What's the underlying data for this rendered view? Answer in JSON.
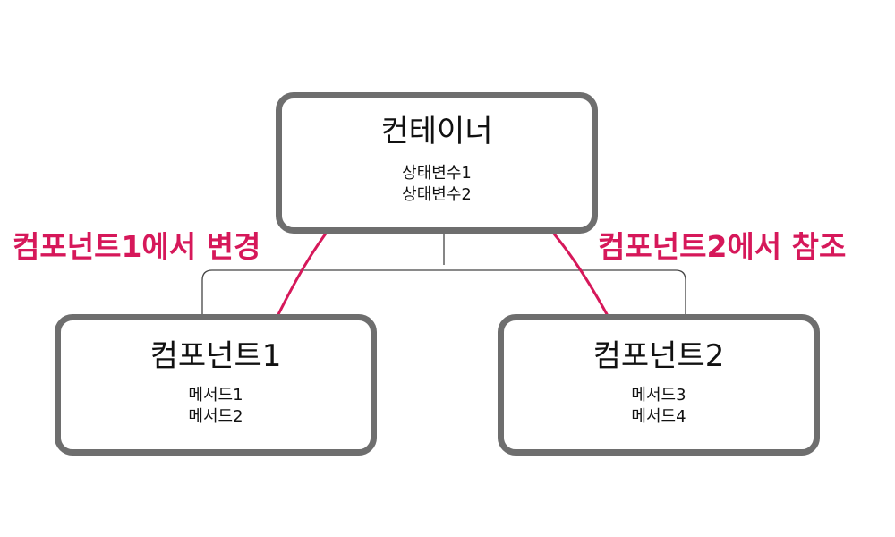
{
  "container": {
    "title": "컨테이너",
    "state_vars": [
      "상태변수1",
      "상태변수2"
    ]
  },
  "component1": {
    "title": "컴포넌트1",
    "methods": [
      "메서드1",
      "메서드2"
    ]
  },
  "component2": {
    "title": "컴포넌트2",
    "methods": [
      "메서드3",
      "메서드4"
    ]
  },
  "annotations": {
    "left": "컴포넌트1에서 변경",
    "right": "컴포넌트2에서 참조"
  },
  "colors": {
    "box_border": "#6e6e6e",
    "connector": "#444444",
    "arrow": "#d6185a",
    "text": "#111111"
  }
}
